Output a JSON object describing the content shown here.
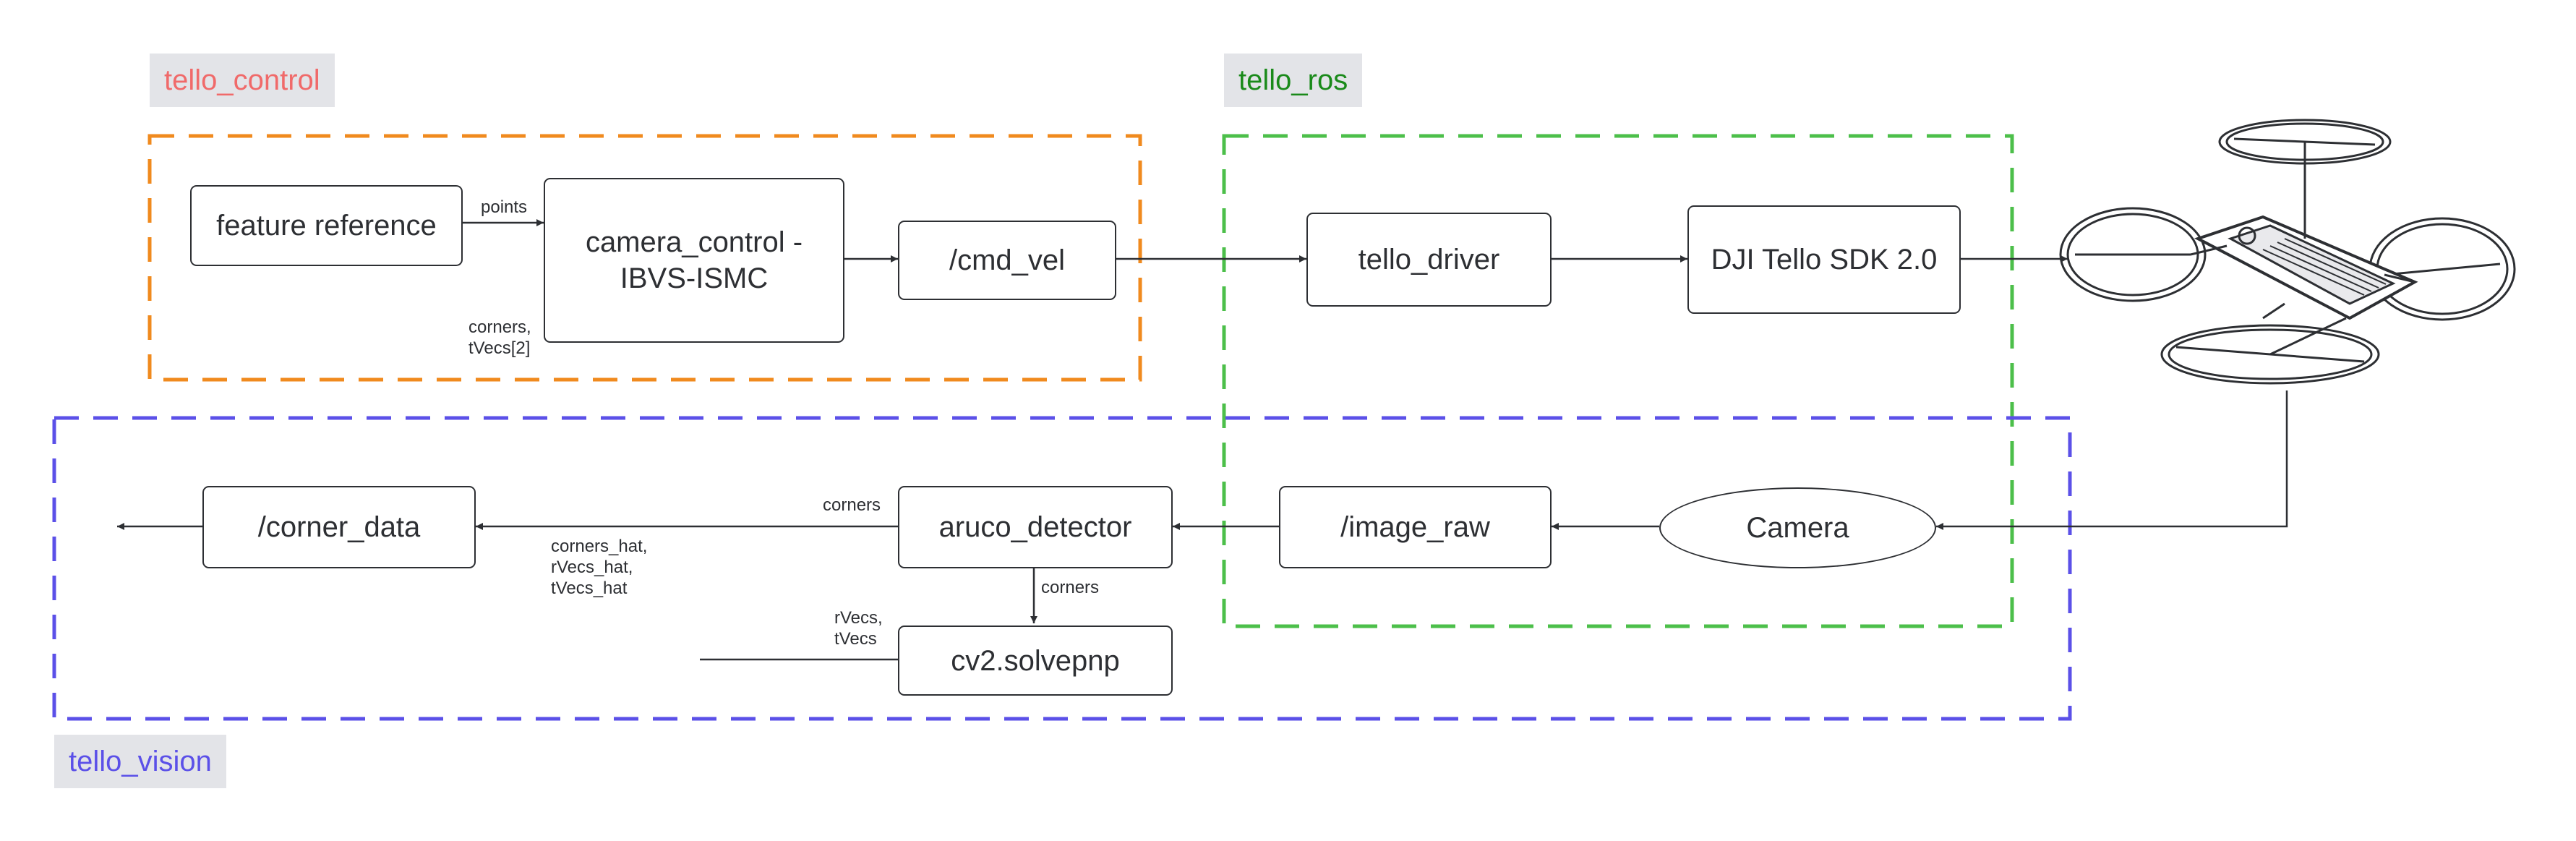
{
  "colors": {
    "control": "#f08a1e",
    "control_label": "#f06a6a",
    "ros": "#4cbf4a",
    "ros_label": "#1a8a1a",
    "vision": "#5b50e8",
    "vision_label": "#5b50e8",
    "ink": "#2d2f33",
    "label_bg": "#e3e4e8"
  },
  "groups": {
    "control": "tello_control",
    "ros": "tello_ros",
    "vision": "tello_vision"
  },
  "nodes": {
    "feature_reference": "feature reference",
    "camera_control": "camera_control -\nIBVS-ISMC",
    "cmd_vel": "/cmd_vel",
    "tello_driver": "tello_driver",
    "tello_sdk": "DJI Tello SDK 2.0",
    "corner_data": "/corner_data",
    "aruco_detector": "aruco_detector",
    "image_raw": "/image_raw",
    "camera": "Camera",
    "solvepnp": "cv2.solvepnp"
  },
  "edge_labels": {
    "points": "points",
    "corners_tvecs": "corners,\ntVecs[2]",
    "corners_top": "corners",
    "corners_down": "corners",
    "hat_values": "corners_hat,\nrVecs_hat,\ntVecs_hat",
    "rvecs_tvecs": "rVecs,\ntVecs"
  },
  "icons": {
    "drone": "drone-icon"
  }
}
